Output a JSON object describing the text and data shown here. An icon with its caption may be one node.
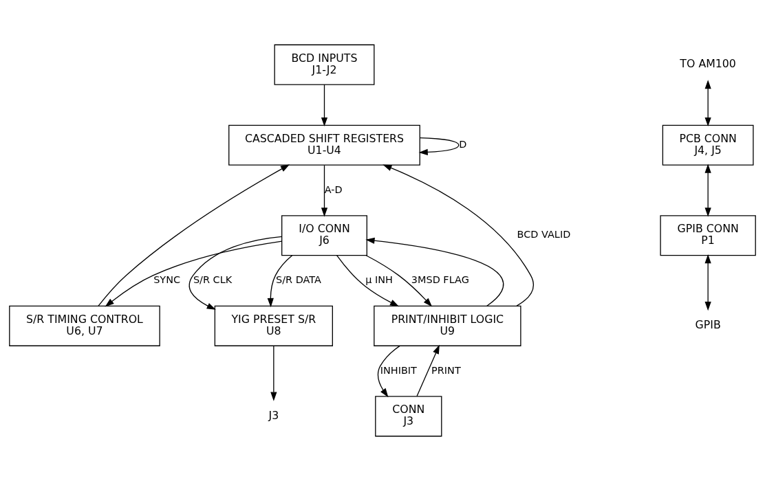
{
  "diagram": {
    "nodes": [
      {
        "text": [
          "CASCADED SHIFT REGISTERS",
          "U1-U4"
        ]
      },
      {
        "text": [
          "BCD INPUTS",
          "J1-J2"
        ]
      },
      {
        "text": [
          "S/R TIMING CONTROL",
          "U6, U7"
        ]
      },
      {
        "text": [
          "I/O CONN",
          "J6"
        ]
      },
      {
        "text": [
          "YIG PRESET S/R",
          "U8"
        ]
      },
      {
        "text": [
          "TO AM100"
        ]
      },
      {
        "text": [
          "PCB CONN",
          "J4, J5"
        ]
      },
      {
        "text": [
          "GPIB CONN",
          "P1"
        ]
      },
      {
        "text": [
          "CONN",
          "J3"
        ]
      },
      {
        "text": [
          "PRINT/INHIBIT LOGIC",
          "U9"
        ]
      },
      {
        "text": [
          "J3"
        ]
      },
      {
        "text": [
          "GPIB"
        ]
      }
    ],
    "edges": [
      {
        "from": 0,
        "to": 0,
        "arrow": "to",
        "label": "D"
      },
      {
        "from": 0,
        "to": 3,
        "arrow": "to",
        "label": "A-D"
      },
      {
        "from": 2,
        "to": 0,
        "arrow": "to"
      },
      {
        "from": 1,
        "to": 0,
        "arrow": "to"
      },
      {
        "from": 3,
        "to": 2,
        "arrow": "to",
        "label": "SYNC"
      },
      {
        "from": 3,
        "to": 4,
        "arrow": "to",
        "label": "S/R CLK"
      },
      {
        "from": 3,
        "to": 4,
        "arrow": "to",
        "label": "S/R DATA"
      },
      {
        "from": 9,
        "to": 3,
        "arrow": "to"
      },
      {
        "from": 9,
        "to": 0,
        "arrow": "to",
        "label": "BCD VALID"
      },
      {
        "from": 3,
        "to": 9,
        "arrow": "to",
        "label": "µ INH"
      },
      {
        "from": 3,
        "to": 9,
        "arrow": "to",
        "label": "3MSD FLAG"
      },
      {
        "from": 8,
        "to": 9,
        "arrow": "to",
        "label": "PRINT"
      },
      {
        "from": 9,
        "to": 8,
        "arrow": "to",
        "label": "INHIBIT"
      },
      {
        "from": 4,
        "to": 10,
        "arrow": "to"
      },
      {
        "from": 5,
        "to": 6,
        "arrow": "both"
      },
      {
        "from": 6,
        "to": 7,
        "arrow": "both"
      },
      {
        "from": 7,
        "to": 11,
        "arrow": "both"
      }
    ]
  }
}
